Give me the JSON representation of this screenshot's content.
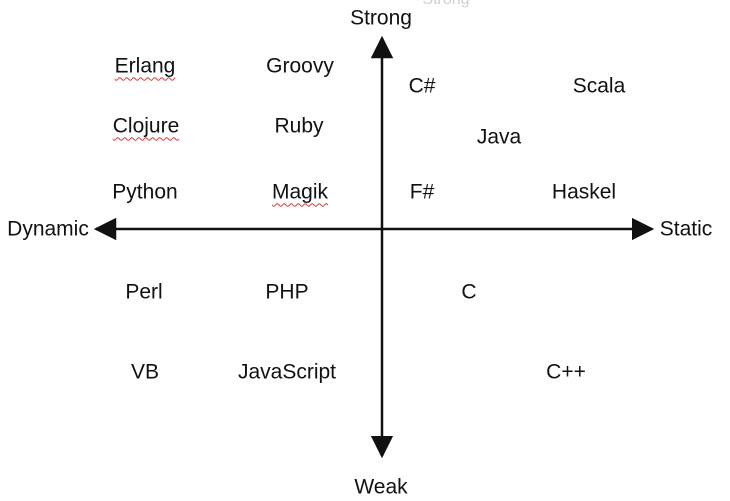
{
  "axes": {
    "top": "Strong",
    "bottom": "Weak",
    "left": "Dynamic",
    "right": "Static"
  },
  "ghost_text": "Strong",
  "languages": [
    {
      "label": "Erlang",
      "spell_flag": true
    },
    {
      "label": "Groovy",
      "spell_flag": false
    },
    {
      "label": "C#",
      "spell_flag": false
    },
    {
      "label": "Scala",
      "spell_flag": false
    },
    {
      "label": "Clojure",
      "spell_flag": true
    },
    {
      "label": "Ruby",
      "spell_flag": false
    },
    {
      "label": "Java",
      "spell_flag": false
    },
    {
      "label": "Python",
      "spell_flag": false
    },
    {
      "label": "Magik",
      "spell_flag": true
    },
    {
      "label": "F#",
      "spell_flag": false
    },
    {
      "label": "Haskel",
      "spell_flag": false
    },
    {
      "label": "Perl",
      "spell_flag": false
    },
    {
      "label": "PHP",
      "spell_flag": false
    },
    {
      "label": "C",
      "spell_flag": false
    },
    {
      "label": "VB",
      "spell_flag": false
    },
    {
      "label": "JavaScript",
      "spell_flag": false
    },
    {
      "label": "C++",
      "spell_flag": false
    }
  ],
  "colors": {
    "text": "#111111",
    "axis": "#111111",
    "spellcheck": "#d23a3a",
    "ghost": "#cfcfcf"
  }
}
